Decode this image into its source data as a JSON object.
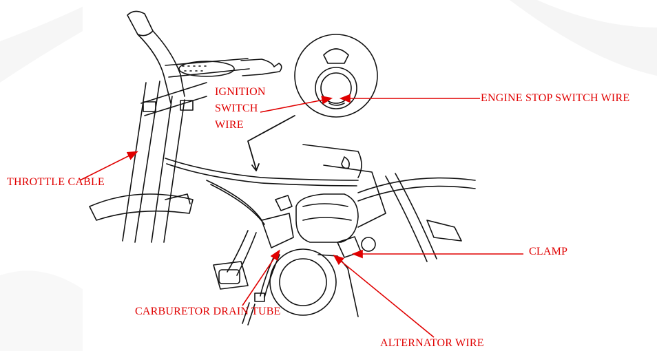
{
  "labels": {
    "engine_stop_switch_wire": "ENGINE STOP SWITCH WIRE",
    "ignition_switch_wire": "IGNITION SWITCH WIRE",
    "throttle_cable": "THROTTLE  CABLE",
    "clamp": "CLAMP",
    "carburetor_drain_tube": "CARBURETOR DRAIN TUBE",
    "alternator_wire": "ALTERNATOR WIRE"
  },
  "colors": {
    "callout_text": "#e00000",
    "callout_arrow": "#e00000",
    "line_art": "#111111"
  }
}
